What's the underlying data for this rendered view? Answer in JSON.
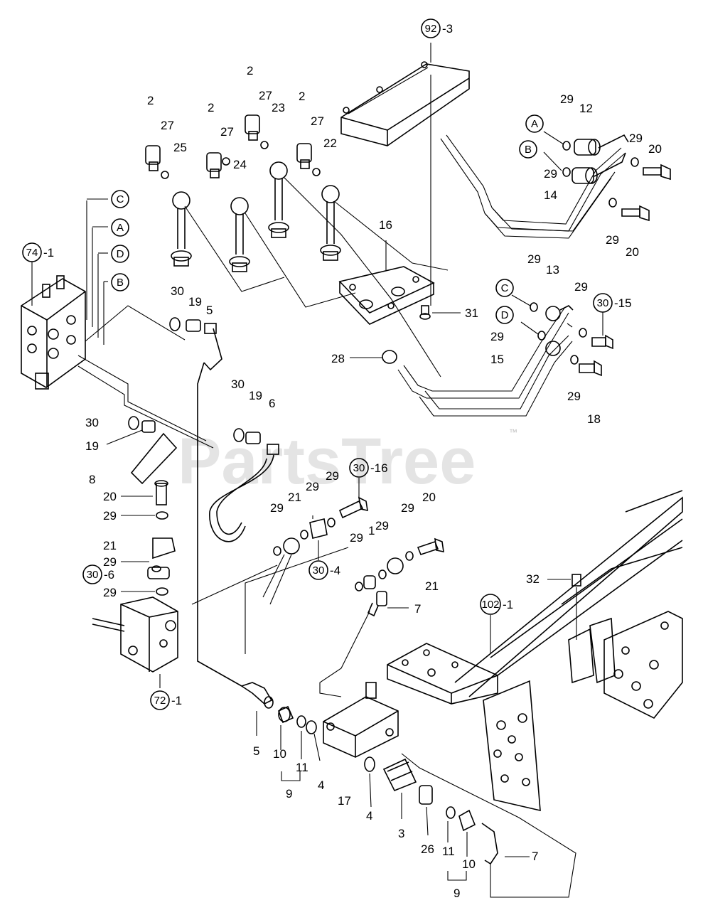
{
  "watermark": {
    "text": "PartsTree",
    "tm": "™"
  },
  "callouts": {
    "c92": "92",
    "c92s": "-3",
    "c74": "74",
    "c74s": "-1",
    "c72": "72",
    "c72s": "-1",
    "c102": "102",
    "c102s": "-1",
    "c30a": "30",
    "c30as": "-15",
    "c30b": "30",
    "c30bs": "-16",
    "c30c": "30",
    "c30cs": "-4",
    "c30d": "30",
    "c30ds": "-6"
  },
  "letters": {
    "A": "A",
    "B": "B",
    "C": "C",
    "D": "D"
  },
  "numbers": {
    "n2a": "2",
    "n2b": "2",
    "n2c": "2",
    "n2d": "2",
    "n27a": "27",
    "n27b": "27",
    "n27c": "27",
    "n27d": "27",
    "n25": "25",
    "n24": "24",
    "n23": "23",
    "n22": "22",
    "n16": "16",
    "n31": "31",
    "n28": "28",
    "n29a": "29",
    "n12": "12",
    "n29b": "29",
    "n20a": "20",
    "n29c": "29",
    "n14": "14",
    "n29d": "29",
    "n20b": "20",
    "n29e": "29",
    "n13": "13",
    "n29f": "29",
    "n29g": "29",
    "n15": "15",
    "n29h": "29",
    "n18": "18",
    "n30a": "30",
    "n19a": "19",
    "n5a": "5",
    "n30b": "30",
    "n19b": "19",
    "n6": "6",
    "n30c": "30",
    "n19c": "19",
    "n8": "8",
    "n20c": "20",
    "n29i": "29",
    "n21a": "21",
    "n29j": "29",
    "n29k": "29",
    "n29l": "29",
    "n21b": "21",
    "n29m": "29",
    "n29n": "29",
    "n29o": "29",
    "n1": "1",
    "n29p": "29",
    "n21c": "21",
    "n29q": "29",
    "n20d": "20",
    "n32": "32",
    "n7a": "7",
    "n5b": "5",
    "n10a": "10",
    "n11a": "11",
    "n4a": "4",
    "n9a": "9",
    "n17": "17",
    "n4b": "4",
    "n3": "3",
    "n26": "26",
    "n11b": "11",
    "n10b": "10",
    "n7b": "7",
    "n9b": "9"
  }
}
